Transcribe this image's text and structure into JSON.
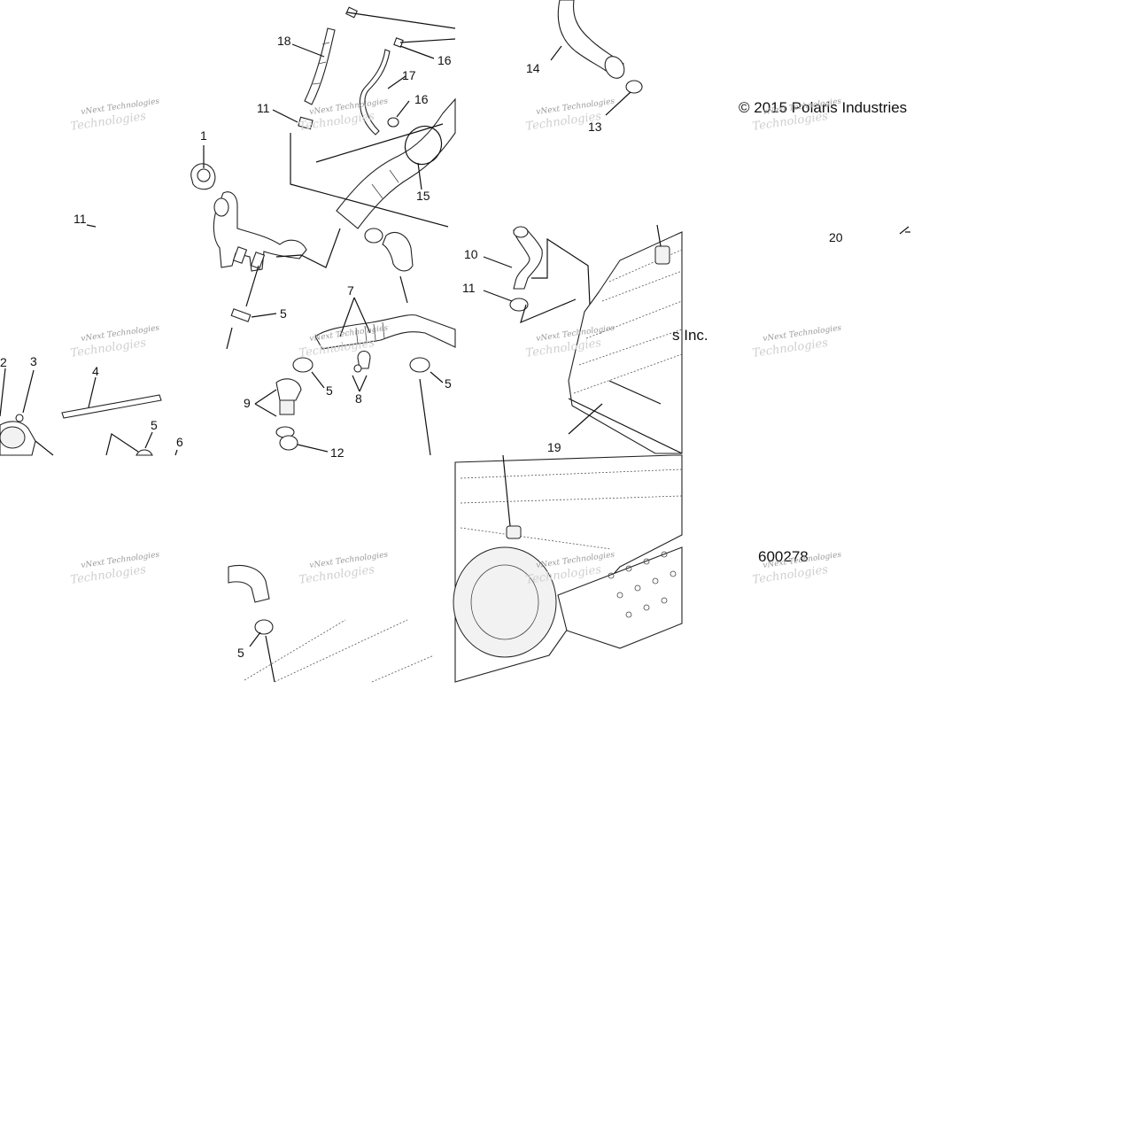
{
  "diagram": {
    "copyright": "© 2015 Polaris Industries",
    "copyright_fragment": "s Inc.",
    "figure_number": "600278",
    "watermark": {
      "line1": "vNext Technologies",
      "line2": "Technologies"
    },
    "callouts": [
      "1",
      "2",
      "3",
      "4",
      "5",
      "6",
      "7",
      "8",
      "9",
      "10",
      "11",
      "12",
      "13",
      "14",
      "15",
      "16",
      "17",
      "18",
      "19",
      "20"
    ]
  },
  "colors": {
    "ink": "#111111",
    "watermark": "#9a9a9a",
    "background": "#ffffff"
  }
}
